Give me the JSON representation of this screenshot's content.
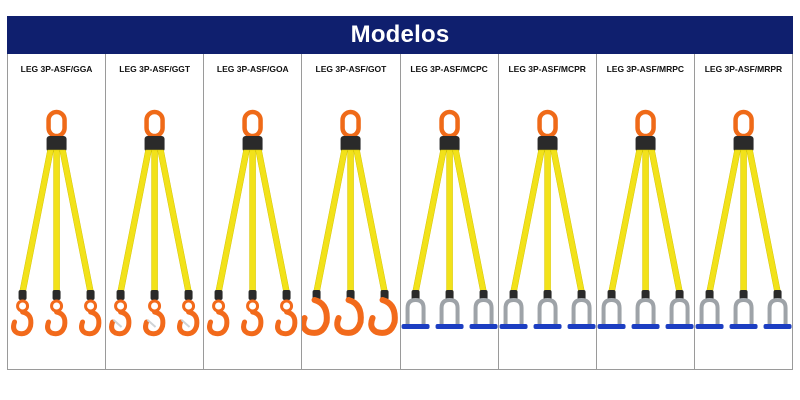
{
  "header": {
    "title": "Modelos"
  },
  "colors": {
    "header_bg": "#0f1f6e",
    "strap": "#f2e21a",
    "ring": "#ef6a18",
    "hook_orange": "#f26a1b",
    "shackle_gray": "#9ea3a8",
    "shackle_blue": "#1c3ec2",
    "ferrule": "#2a2a2a"
  },
  "models": [
    {
      "label": "LEG 3P-ASF/GGA",
      "end": "hook",
      "end_icon": "swivel-hook-icon"
    },
    {
      "label": "LEG 3P-ASF/GGT",
      "end": "hook",
      "end_icon": "safety-hook-icon"
    },
    {
      "label": "LEG 3P-ASF/GOA",
      "end": "hook",
      "end_icon": "eye-hook-icon"
    },
    {
      "label": "LEG 3P-ASF/GOT",
      "end": "bighook",
      "end_icon": "sling-hook-icon"
    },
    {
      "label": "LEG 3P-ASF/MCPC",
      "end": "shackle",
      "end_icon": "bow-shackle-icon"
    },
    {
      "label": "LEG 3P-ASF/MCPR",
      "end": "shackle",
      "end_icon": "bow-shackle-icon"
    },
    {
      "label": "LEG 3P-ASF/MRPC",
      "end": "shackle",
      "end_icon": "bow-shackle-icon"
    },
    {
      "label": "LEG 3P-ASF/MRPR",
      "end": "shackle",
      "end_icon": "bow-shackle-icon"
    }
  ]
}
